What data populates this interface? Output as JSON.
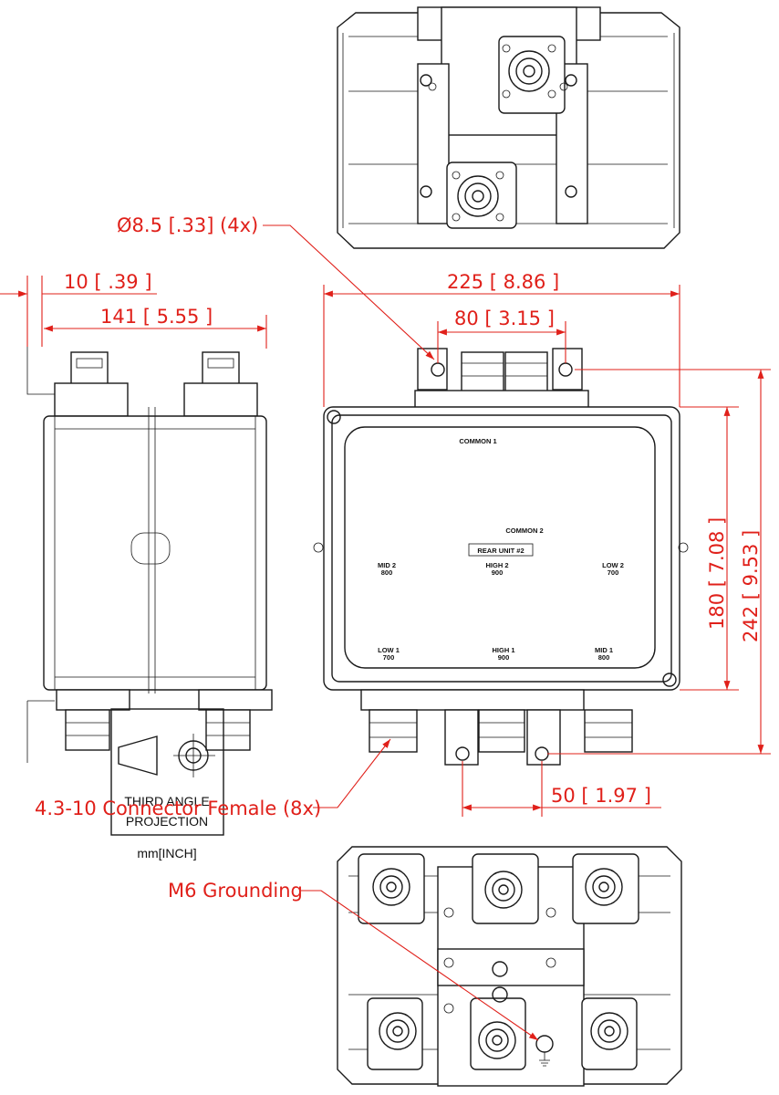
{
  "colors": {
    "dimension": "#e0201a",
    "outline": "#1a1a1a",
    "background": "#ffffff"
  },
  "dimensions": {
    "mount_hole": "Ø8.5 [.33] (4x)",
    "side_offset": "10 [ .39 ]",
    "side_width": "141 [ 5.55 ]",
    "total_width": "225 [ 8.86 ]",
    "connector_spacing": "80 [ 3.15 ]",
    "body_height": "180 [ 7.08 ]",
    "total_height": "242 [ 9.53 ]",
    "bottom_spacing": "50 [ 1.97 ]"
  },
  "callouts": {
    "connector": "4.3-10 Connector Female (8x)",
    "grounding": "M6 Grounding"
  },
  "labels": {
    "common1": "COMMON 1",
    "common2": "COMMON 2",
    "rear_unit": "REAR UNIT #2",
    "mid2": "MID 2",
    "mid2_freq": "800",
    "high2": "HIGH 2",
    "high2_freq": "900",
    "low2": "LOW 2",
    "low2_freq": "700",
    "low1": "LOW 1",
    "low1_freq": "700",
    "high1": "HIGH 1",
    "high1_freq": "900",
    "mid1": "MID 1",
    "mid1_freq": "800"
  },
  "projection": {
    "line1": "THIRD ANGLE",
    "line2": "PROJECTION",
    "units": "mm[INCH]"
  }
}
